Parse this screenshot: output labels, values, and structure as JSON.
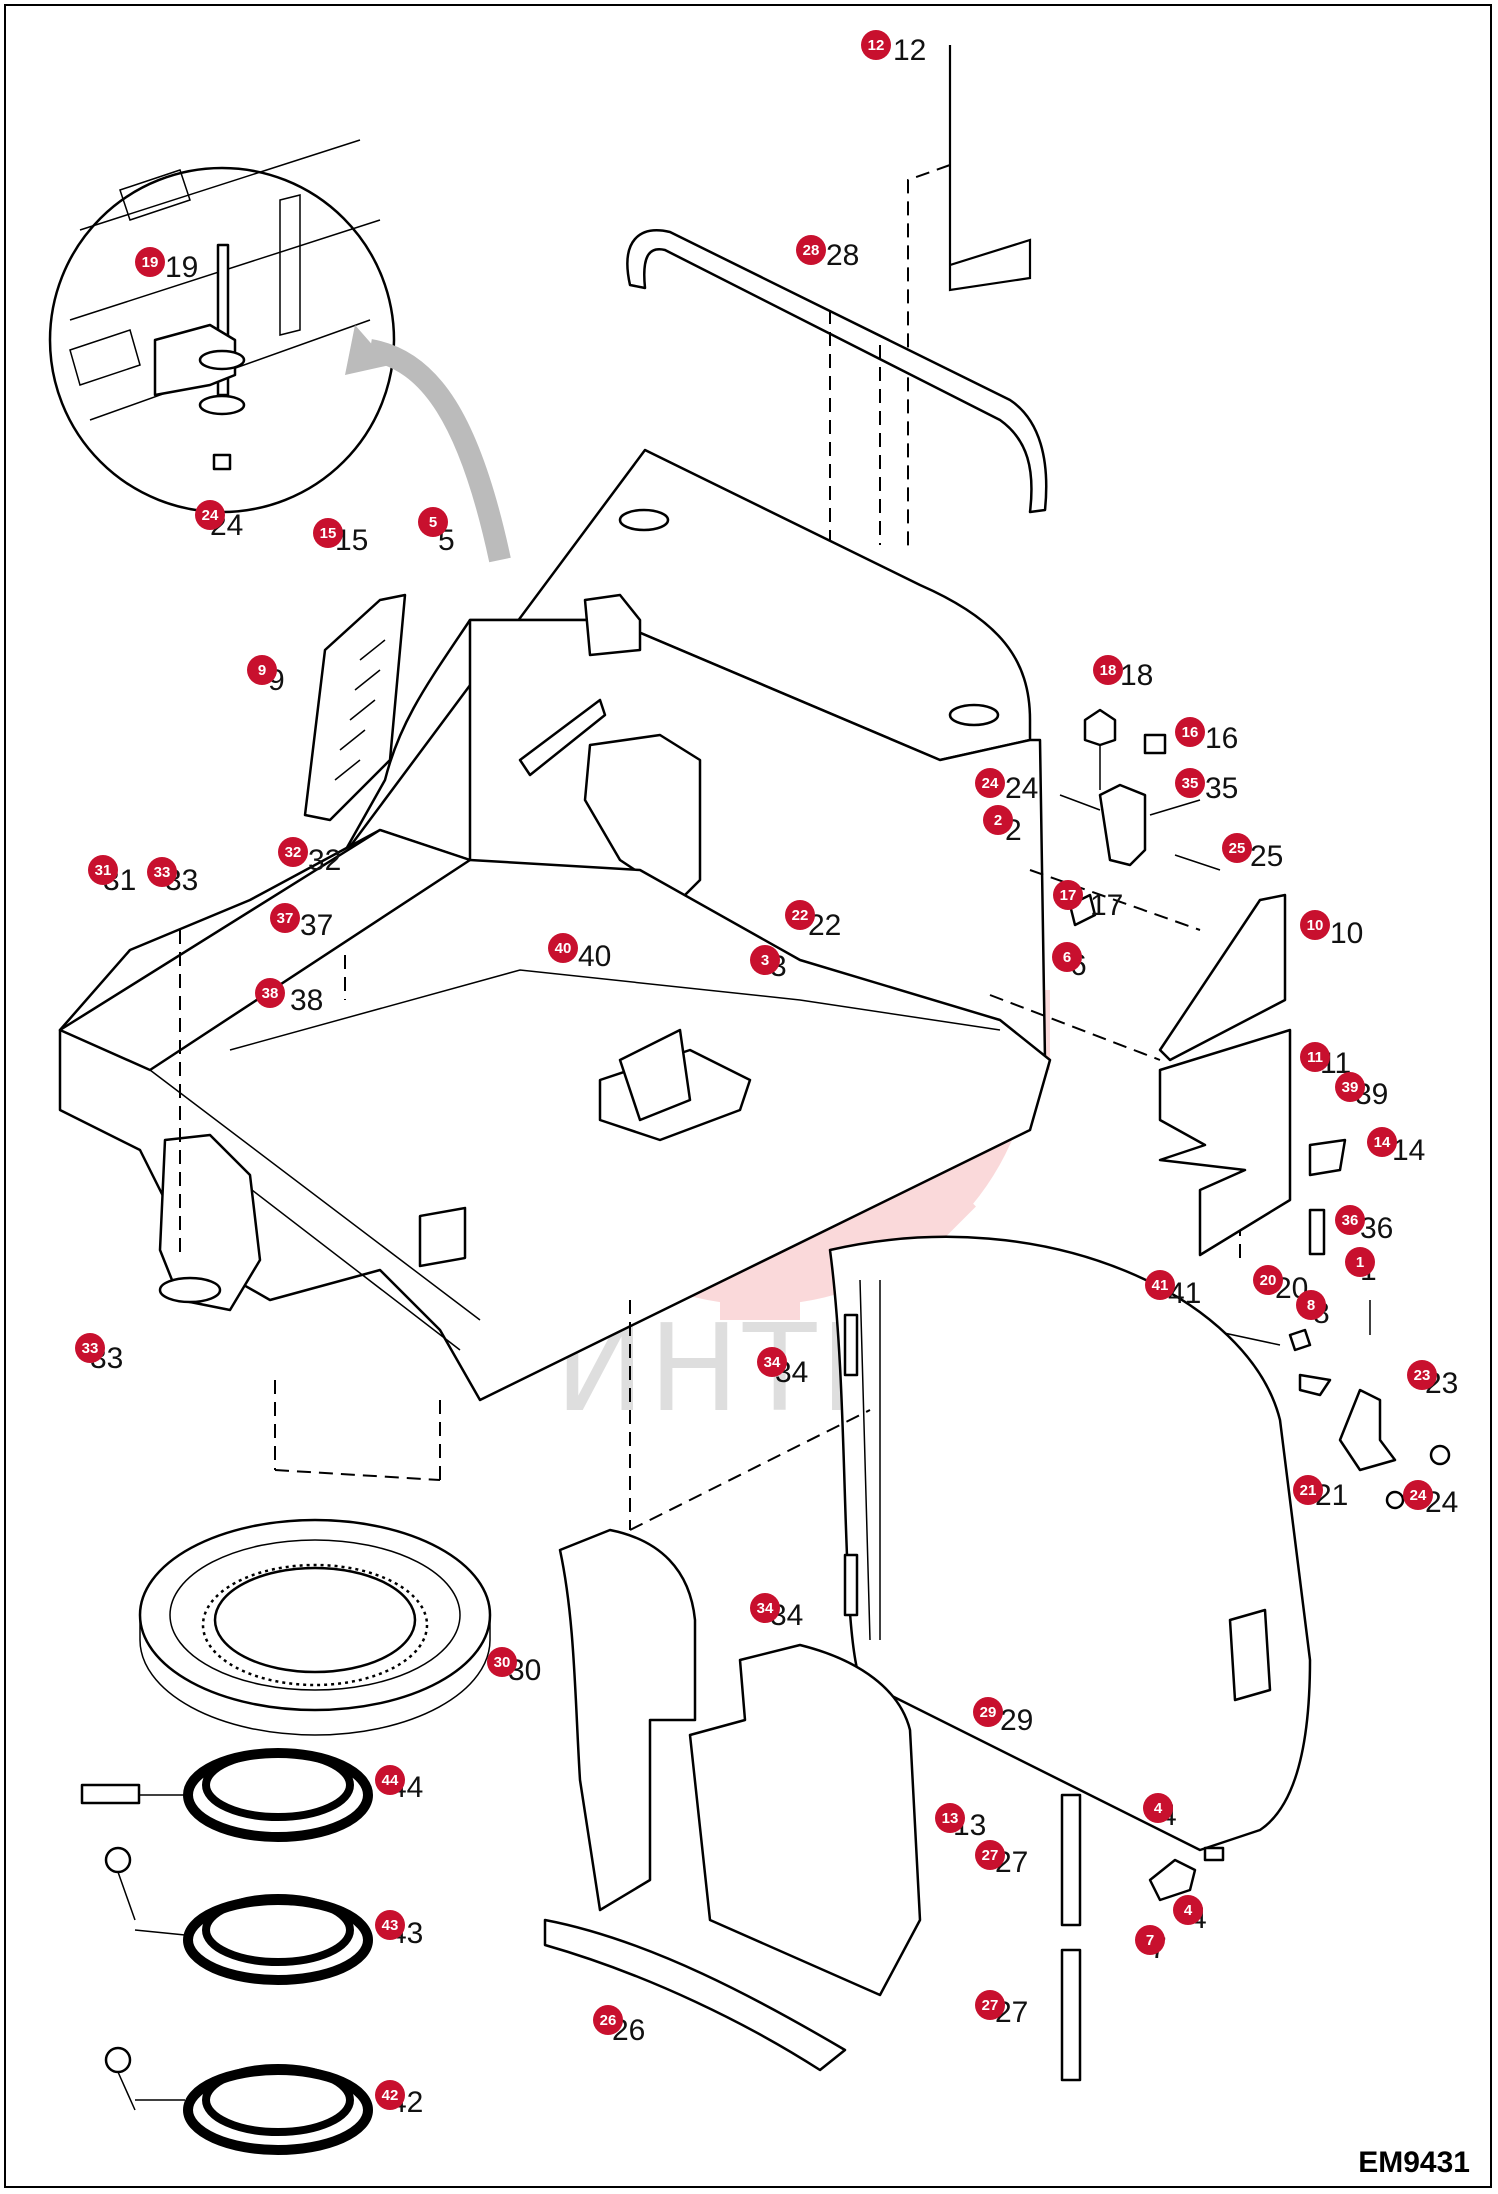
{
  "document_code": "EM9431",
  "watermark": {
    "text": "ИНТЕХ",
    "color": "#e8333a"
  },
  "colors": {
    "badge": "#c8102e",
    "line": "#000000",
    "background": "#ffffff"
  },
  "callouts": [
    {
      "id": "12",
      "label": "12"
    },
    {
      "id": "28",
      "label": "28"
    },
    {
      "id": "19",
      "label": "19"
    },
    {
      "id": "24a",
      "label": "24"
    },
    {
      "id": "15",
      "label": "15"
    },
    {
      "id": "5",
      "label": "5"
    },
    {
      "id": "9",
      "label": "9"
    },
    {
      "id": "18",
      "label": "18"
    },
    {
      "id": "16",
      "label": "16"
    },
    {
      "id": "24b",
      "label": "24"
    },
    {
      "id": "35",
      "label": "35"
    },
    {
      "id": "2",
      "label": "2"
    },
    {
      "id": "25",
      "label": "25"
    },
    {
      "id": "17",
      "label": "17"
    },
    {
      "id": "10",
      "label": "10"
    },
    {
      "id": "6",
      "label": "6"
    },
    {
      "id": "31",
      "label": "31"
    },
    {
      "id": "33a",
      "label": "33"
    },
    {
      "id": "32",
      "label": "32"
    },
    {
      "id": "37",
      "label": "37"
    },
    {
      "id": "22",
      "label": "22"
    },
    {
      "id": "40",
      "label": "40"
    },
    {
      "id": "3",
      "label": "3"
    },
    {
      "id": "38",
      "label": "38"
    },
    {
      "id": "11",
      "label": "11"
    },
    {
      "id": "39",
      "label": "39"
    },
    {
      "id": "14",
      "label": "14"
    },
    {
      "id": "36",
      "label": "36"
    },
    {
      "id": "41",
      "label": "41"
    },
    {
      "id": "20",
      "label": "20"
    },
    {
      "id": "8",
      "label": "8"
    },
    {
      "id": "1",
      "label": "1"
    },
    {
      "id": "33b",
      "label": "33"
    },
    {
      "id": "34a",
      "label": "34"
    },
    {
      "id": "23",
      "label": "23"
    },
    {
      "id": "21",
      "label": "21"
    },
    {
      "id": "24c",
      "label": "24"
    },
    {
      "id": "34b",
      "label": "34"
    },
    {
      "id": "30",
      "label": "30"
    },
    {
      "id": "29",
      "label": "29"
    },
    {
      "id": "44",
      "label": "44"
    },
    {
      "id": "13",
      "label": "13"
    },
    {
      "id": "4a",
      "label": "4"
    },
    {
      "id": "27a",
      "label": "27"
    },
    {
      "id": "43",
      "label": "43"
    },
    {
      "id": "4b",
      "label": "4"
    },
    {
      "id": "7",
      "label": "7"
    },
    {
      "id": "26",
      "label": "26"
    },
    {
      "id": "27b",
      "label": "27"
    },
    {
      "id": "42",
      "label": "42"
    }
  ]
}
